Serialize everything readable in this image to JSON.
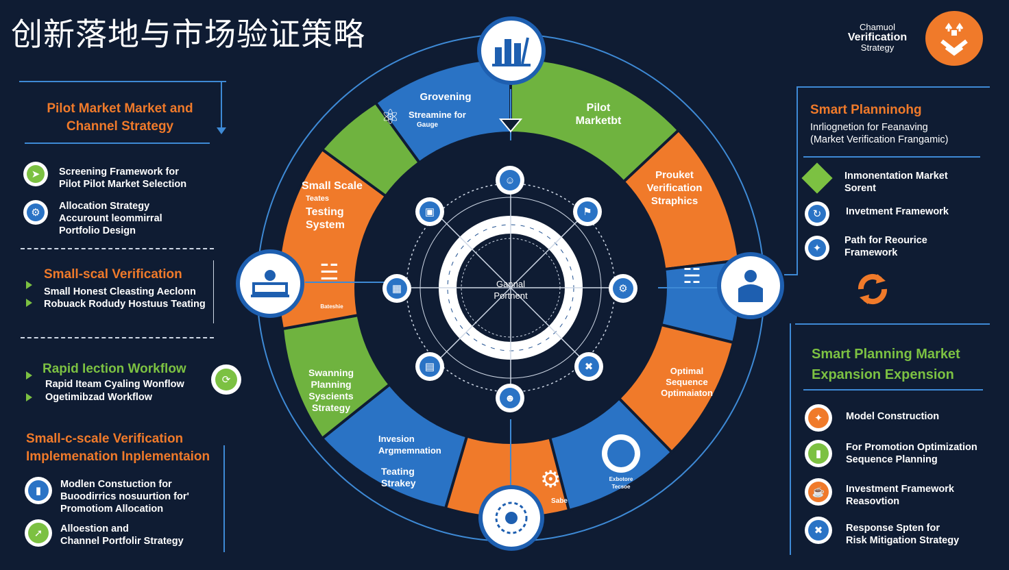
{
  "title": "创新落地与市场验证策略",
  "logo": {
    "lines": [
      "Chamuol",
      "Verification",
      "Strategy"
    ],
    "icon": "chevron-badge-icon",
    "color": "#f07a2a"
  },
  "left": {
    "s1": {
      "title": [
        "Pilot Market Market and",
        "Channel Strategy"
      ],
      "items": [
        {
          "text": [
            "Screening Framework for",
            "Pilot Pilot Market Selection"
          ],
          "icon": "arrow-right-circle-icon",
          "color": "#7cc142"
        },
        {
          "text": [
            "Allocation Strategy",
            "Accurount leommirral",
            "Portfolio Design"
          ],
          "icon": "document-gear-icon",
          "color": "#2a73c5"
        }
      ]
    },
    "s2": {
      "title": "Small-scal Verification",
      "items": [
        "Small Honest Cleasting Aeclonn",
        "Robuack Rodudy Hostuus Teating"
      ]
    },
    "s3": {
      "title": "Rapid Iection Workflow",
      "items": [
        "Rapid Iteam Cyaling Wonflow",
        "Ogetimibzad Workflow"
      ],
      "icon": "refresh-check-icon"
    },
    "s4": {
      "title": [
        "Small-c-scale Verification",
        "Implemenation Inplementaion"
      ],
      "items": [
        {
          "text": [
            "Modlen Constuction for",
            "Buoodirrics nosuurtion for'",
            "Promotiom Allocation"
          ],
          "icon": "cylinder-icon",
          "color": "#2a73c5"
        },
        {
          "text": [
            "Alloestion and",
            "Channel Portfolir Strategy"
          ],
          "icon": "leaf-arrow-icon",
          "color": "#7cc142"
        }
      ]
    }
  },
  "right": {
    "s1": {
      "title": "Smart Planninohg",
      "subtitle": [
        "Inrliognetion for Feanaving",
        "(Market Verification Frangamic)"
      ],
      "items": [
        {
          "text": [
            "Inmonentation Market",
            "Sorent"
          ],
          "icon": "diamond-grid-icon",
          "color": "#7cc142"
        },
        {
          "text": [
            "Invetment Framework"
          ],
          "icon": "cycle-arrows-icon",
          "color": "#2a73c5"
        },
        {
          "text": [
            "Path for Reourice",
            "Framework"
          ],
          "icon": "sparkle-icon",
          "color": "#2a73c5"
        }
      ],
      "accent_icon": "orange-cycle-icon"
    },
    "s2": {
      "title": [
        "Smart Planning Market",
        "Expansion Expension"
      ],
      "items": [
        {
          "text": [
            "Model Construction"
          ],
          "icon": "compass-icon",
          "color": "#f07a2a"
        },
        {
          "text": [
            "For Promotion Optimization",
            "Sequence Planning"
          ],
          "icon": "capsule-icon",
          "color": "#7cc142"
        },
        {
          "text": [
            "Investment Framework",
            "Reasovtion"
          ],
          "icon": "cup-icon",
          "color": "#f07a2a"
        },
        {
          "text": [
            "Response Spten for",
            "Risk Mitigation Strategy"
          ],
          "icon": "wrench-icon",
          "color": "#2a73c5"
        }
      ]
    }
  },
  "ring": {
    "top_left": [
      "Grovening"
    ],
    "top_left_sub": [
      "Streamine for",
      "Gauge"
    ],
    "top_right": [
      "Pilot",
      "Marketbt"
    ],
    "right_upper": [
      "Prouket",
      "Verification",
      "Straphics"
    ],
    "right_lower": [
      "Optimal",
      "Sequence",
      "Optimaiaton"
    ],
    "bottom_right": [
      "Exbotore",
      "Tecsoe"
    ],
    "bottom_orange": [
      "Sabe"
    ],
    "bottom_left": [
      "Invesion",
      "Argmemnation"
    ],
    "bottom_left2": [
      "Teating",
      "Strakey"
    ],
    "left_lower": [
      "Swanning",
      "Planning",
      "Syscients",
      "Strategy"
    ],
    "left_upper": [
      "Small Scale",
      "Teates",
      "Testing",
      "System"
    ],
    "left_small": [
      "Bateshie"
    ],
    "center": [
      "Gannal",
      "Portnent"
    ]
  },
  "colors": {
    "bg": "#0f1c33",
    "blue": "#2a73c5",
    "green": "#6fb33f",
    "orange": "#f07a2a",
    "line": "#3e8ad6"
  }
}
